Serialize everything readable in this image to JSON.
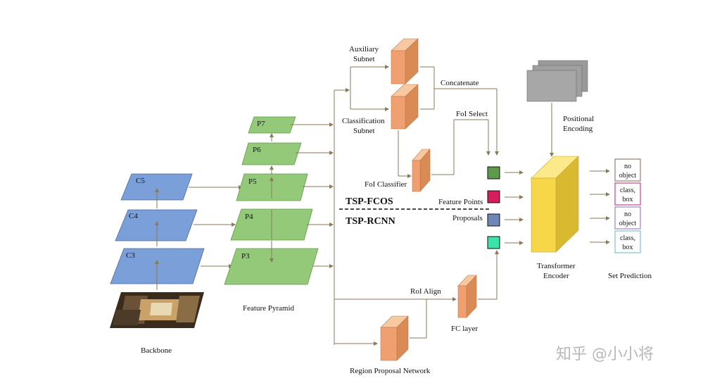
{
  "backbone": {
    "label": "Backbone",
    "levels": [
      "C5",
      "C4",
      "C3"
    ]
  },
  "pyramid": {
    "label": "Feature Pyramid",
    "levels": [
      "P7",
      "P6",
      "P5",
      "P4",
      "P3"
    ]
  },
  "subnets": {
    "auxiliary": [
      "Auxiliary",
      "Subnet"
    ],
    "classification": [
      "Classification",
      "Subnet"
    ],
    "concatenate": "Concatenate",
    "foi_select": "FoI Select",
    "foi_classifier": "FoI Classifier"
  },
  "branches": {
    "fcos": "TSP-FCOS",
    "rcnn": "TSP-RCNN"
  },
  "tokens": {
    "feature_points": "Feature Points",
    "proposals": "Proposals"
  },
  "token_colors": {
    "green": "#5d9b4a",
    "red": "#d51f5d",
    "blue": "#6f86b8",
    "teal": "#3be3a8"
  },
  "rcnn": {
    "roi_align": "RoI Align",
    "fc_layer": "FC layer",
    "rpn": "Region Proposal Network"
  },
  "encoder": {
    "positional": [
      "Positional",
      "Encoding"
    ],
    "transformer": [
      "Transformer",
      "Encoder"
    ]
  },
  "predictions": {
    "label": "Set Prediction",
    "items": [
      {
        "lines": [
          "no",
          "object"
        ],
        "color": "#9a7d6f"
      },
      {
        "lines": [
          "class,",
          "box"
        ],
        "color": "#c4468a"
      },
      {
        "lines": [
          "no",
          "object"
        ],
        "color": "#9c83c8"
      },
      {
        "lines": [
          "class,",
          "box"
        ],
        "color": "#7dc3cc"
      }
    ]
  },
  "colors": {
    "backbone": "#7b9fd8",
    "pyramid": "#95c97a",
    "subnet": "#f0a070",
    "encoder": "#f7d648",
    "positional": "#a7a7a7"
  },
  "watermark": "知乎 @小小将"
}
